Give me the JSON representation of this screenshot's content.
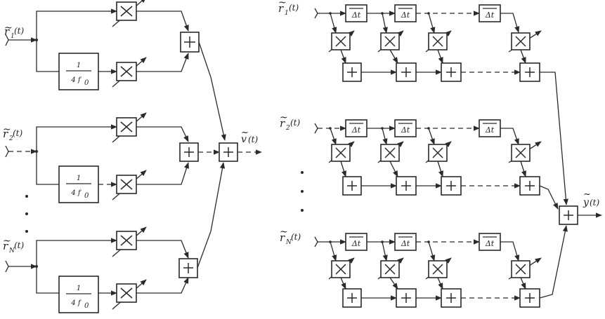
{
  "left_panel": {
    "inputs": [
      {
        "sym": "r",
        "sub": "1",
        "arg": "(t)"
      },
      {
        "sym": "r",
        "sub": "2",
        "arg": "(t)"
      },
      {
        "sym": "r",
        "sub": "N",
        "arg": "(t)"
      }
    ],
    "delay_fraction": {
      "numerator": "1",
      "denominator": "4 f",
      "denominator_sub": "0"
    },
    "output": {
      "sym": "v",
      "arg": "(t)"
    }
  },
  "right_panel": {
    "inputs": [
      {
        "sym": "r",
        "sub": "1",
        "arg": "(t)"
      },
      {
        "sym": "r",
        "sub": "2",
        "arg": "(t)"
      },
      {
        "sym": "r",
        "sub": "N",
        "arg": "(t)"
      }
    ],
    "delay_label": "Δt",
    "output": {
      "sym": "y",
      "arg": "(t)"
    }
  }
}
